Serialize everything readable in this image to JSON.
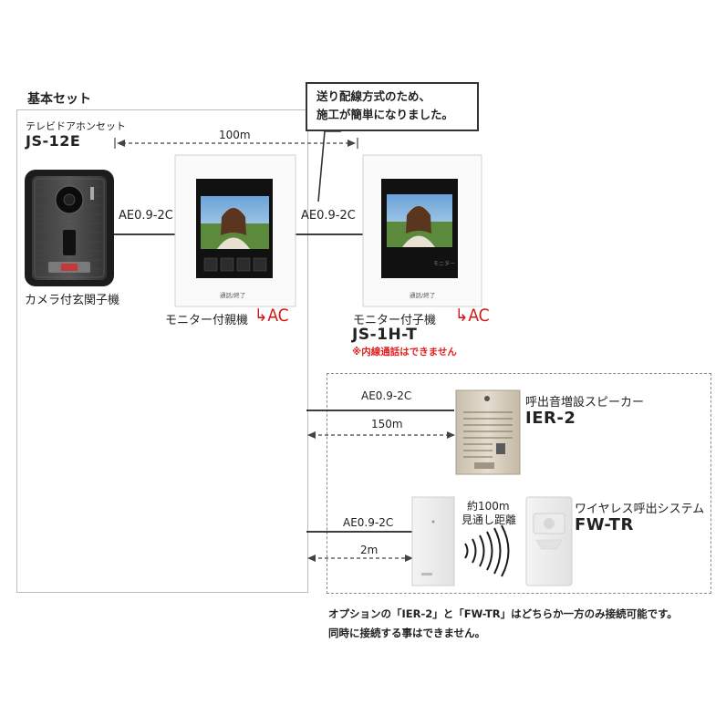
{
  "set": {
    "title": "基本セット",
    "subtitle": "テレビドアホンセット",
    "model": "JS-12E"
  },
  "callout": {
    "line1": "送り配線方式のため、",
    "line2": "施工が簡単になりました。"
  },
  "cables": {
    "c1": "AE0.9-2C",
    "c2": "AE0.9-2C",
    "c3": "AE0.9-2C",
    "c4": "AE0.9-2C"
  },
  "distances": {
    "d1": "100m",
    "d2": "150m",
    "d3": "2m"
  },
  "devices": {
    "door_station": {
      "label": "カメラ付玄関子機"
    },
    "master_monitor": {
      "label": "モニター付親機",
      "power": "AC",
      "panel_text": "通話/終了"
    },
    "sub_monitor": {
      "label": "モニター付子機",
      "power": "AC",
      "model": "JS-1H-T",
      "note": "※内線通話はできません",
      "panel_text": "通話/終了",
      "side_text": "モニター"
    },
    "speaker": {
      "label": "呼出音増設スピーカー",
      "model": "IER-2"
    },
    "wireless": {
      "label": "ワイヤレス呼出システム",
      "model": "FW-TR",
      "range1": "約100m",
      "range2": "見通し距離"
    }
  },
  "notice": {
    "line1": "オプションの「IER-2」と「FW-TR」はどちらか一方のみ接続可能です。",
    "line2": "同時に接続する事はできません。"
  },
  "colors": {
    "accent_red": "#d01818",
    "wire": "#222222"
  }
}
